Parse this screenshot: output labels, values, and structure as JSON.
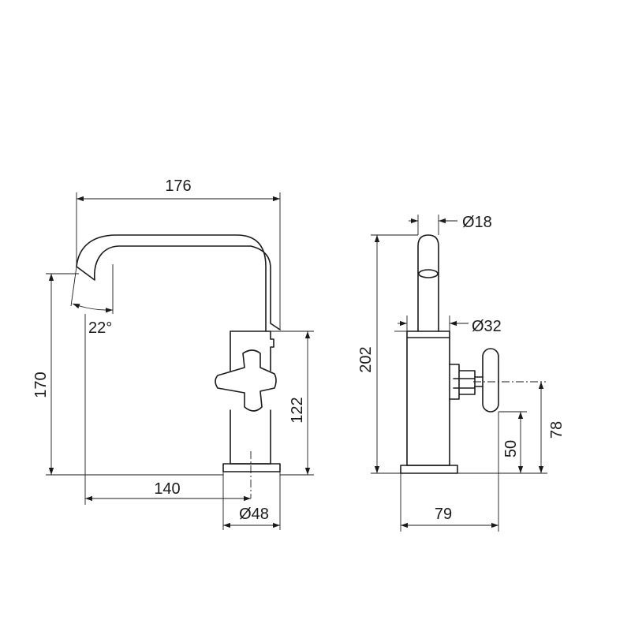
{
  "dimensions": {
    "total_reach": "176",
    "spout_angle": "22°",
    "spout_height": "170",
    "handle_height": "122",
    "spout_projection": "140",
    "base_diameter": "Ø48",
    "spout_diameter": "Ø18",
    "overall_height": "202",
    "body_diameter": "Ø32",
    "handle_axis_height": "78",
    "lower_height": "50",
    "base_depth": "79"
  }
}
